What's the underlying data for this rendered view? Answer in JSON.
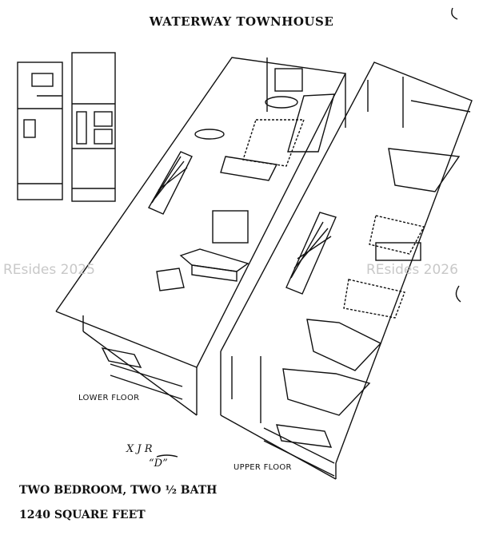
{
  "header": {
    "title": "WATERWAY TOWNHOUSE"
  },
  "labels": {
    "lower_floor": "LOWER FLOOR",
    "upper_floor": "UPPER FLOOR"
  },
  "handwritten": {
    "mark_line1": "X J R",
    "mark_line2": "“D”"
  },
  "footer": {
    "line1": "TWO BEDROOM, TWO ½ BATH",
    "line2": "1240 SQUARE FEET"
  },
  "watermarks": {
    "left": "REsides 2025",
    "right": "REsides 2026"
  },
  "colors": {
    "ink": "#111111",
    "background": "#ffffff",
    "watermark": "#bebebe"
  }
}
